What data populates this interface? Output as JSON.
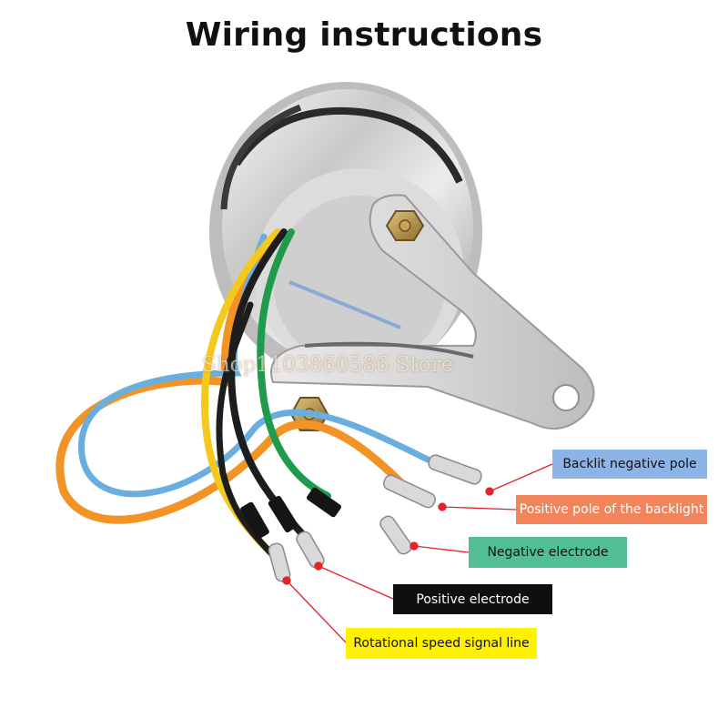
{
  "title": "Wiring instructions",
  "watermark": "Shop1103860586 Store",
  "colors": {
    "blue_wire": "#6aaee0",
    "orange_wire": "#f29326",
    "yellow_wire": "#f4c81c",
    "black_wire": "#1d1d1d",
    "green_wire": "#1e9b4c",
    "pointer_red": "#e0242d"
  },
  "labels": [
    {
      "id": "backlit_negative",
      "text": "Backlit negative pole",
      "background": "#8cb4e6",
      "text_color": "#111111",
      "wire": "blue"
    },
    {
      "id": "backlight_positive",
      "text": "Positive pole of the backlight",
      "background": "#f2845c",
      "text_color": "#ffffff",
      "wire": "orange"
    },
    {
      "id": "negative_electrode",
      "text": "Negative electrode",
      "background": "#52be94",
      "text_color": "#111111",
      "wire": "green"
    },
    {
      "id": "positive_electrode",
      "text": "Positive electrode",
      "background": "#0f0f0f",
      "text_color": "#ffffff",
      "wire": "black"
    },
    {
      "id": "rpm_signal",
      "text": "Rotational speed signal line",
      "background": "#fef200",
      "text_color": "#111111",
      "wire": "yellow"
    }
  ]
}
